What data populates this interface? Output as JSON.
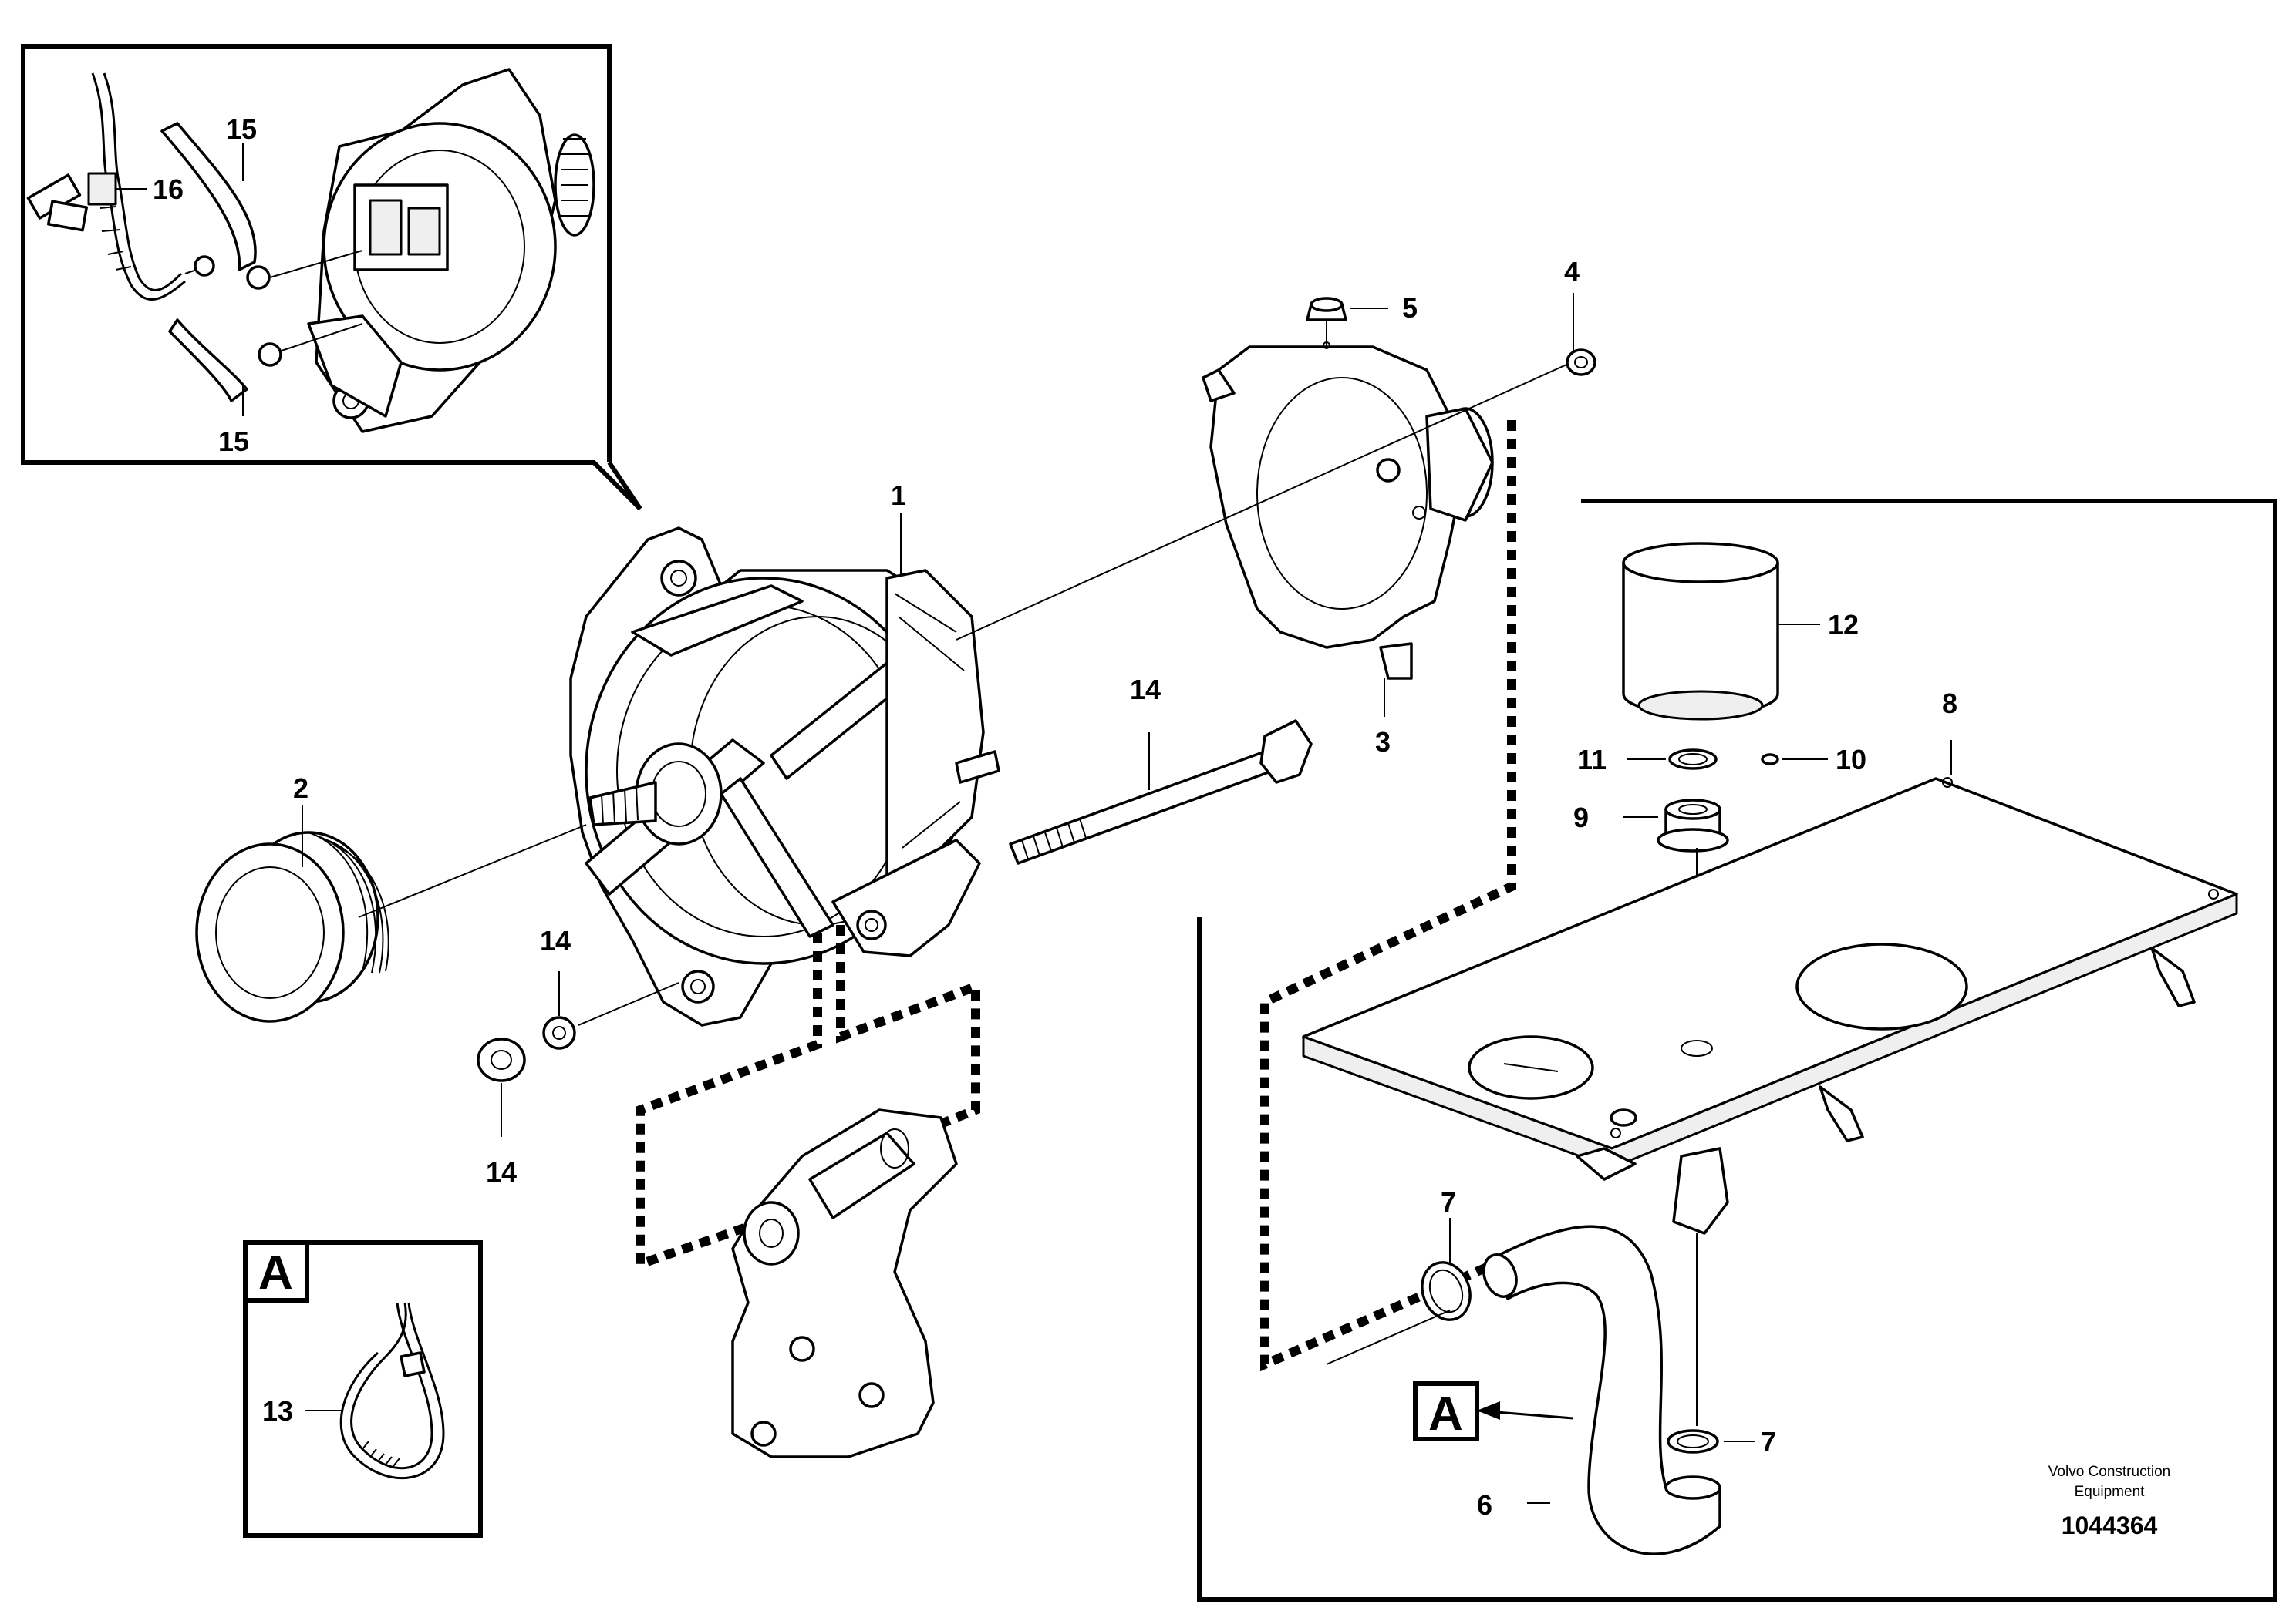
{
  "diagram": {
    "callouts": {
      "c1": "1",
      "c2": "2",
      "c3": "3",
      "c4": "4",
      "c5": "5",
      "c6": "6",
      "c7a": "7",
      "c7b": "7",
      "c8": "8",
      "c9": "9",
      "c10": "10",
      "c11": "11",
      "c12": "12",
      "c13": "13",
      "c14a": "14",
      "c14b": "14",
      "c14c": "14",
      "c15a": "15",
      "c15b": "15",
      "c16": "16"
    },
    "detail_marker": "A",
    "detail_box_label": "A",
    "credit_line1": "Volvo Construction",
    "credit_line2": "Equipment",
    "reference_number": "1044364"
  }
}
